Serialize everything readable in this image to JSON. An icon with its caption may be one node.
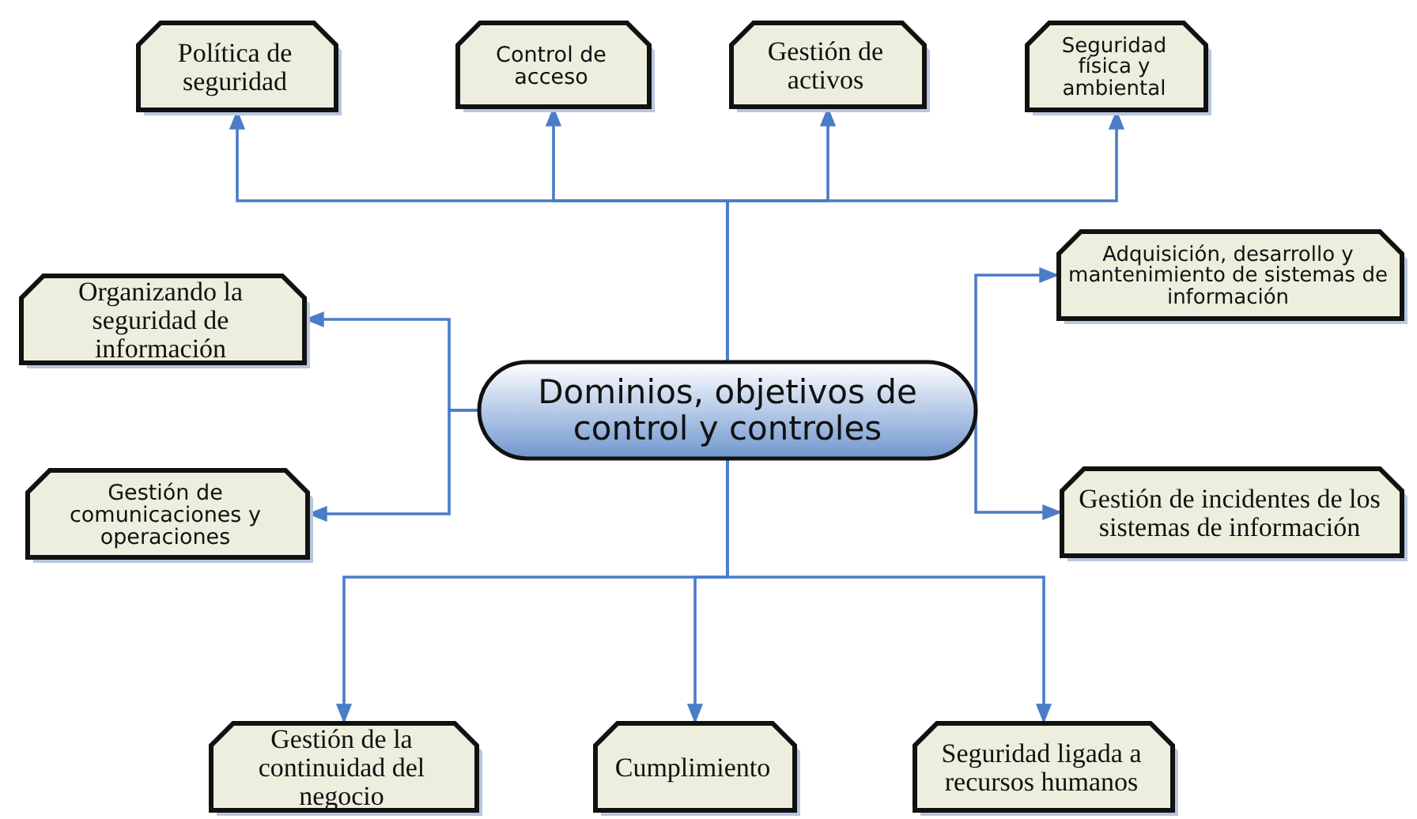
{
  "diagram": {
    "nodes": [
      {
        "text": [
          "Dominios, objetivos de control y controles"
        ]
      },
      {
        "text": [
          "Política de seguridad"
        ]
      },
      {
        "text": [
          "Control de acceso"
        ]
      },
      {
        "text": [
          "Gestión de activos"
        ]
      },
      {
        "text": [
          "Seguridad física y ambiental"
        ]
      },
      {
        "text": [
          "Organizando la seguridad de información"
        ]
      },
      {
        "text": [
          "Adquisición, desarrollo y mantenimiento de sistemas de información"
        ]
      },
      {
        "text": [
          "Gestión de comunicaciones y operaciones"
        ]
      },
      {
        "text": [
          "Gestión de incidentes de los sistemas de información"
        ]
      },
      {
        "text": [
          "Gestión de la continuidad del negocio"
        ]
      },
      {
        "text": [
          "Cumplimiento"
        ]
      },
      {
        "text": [
          "Seguridad ligada a recursos humanos"
        ]
      }
    ],
    "edges": [
      {
        "from": 0,
        "to": 1,
        "arrow": "to"
      },
      {
        "from": 0,
        "to": 2,
        "arrow": "to"
      },
      {
        "from": 0,
        "to": 3,
        "arrow": "to"
      },
      {
        "from": 0,
        "to": 4,
        "arrow": "to"
      },
      {
        "from": 0,
        "to": 5,
        "arrow": "to"
      },
      {
        "from": 0,
        "to": 6,
        "arrow": "to"
      },
      {
        "from": 0,
        "to": 7,
        "arrow": "to"
      },
      {
        "from": 0,
        "to": 8,
        "arrow": "to"
      },
      {
        "from": 0,
        "to": 9,
        "arrow": "to"
      },
      {
        "from": 0,
        "to": 10,
        "arrow": "to"
      },
      {
        "from": 0,
        "to": 11,
        "arrow": "to"
      }
    ]
  }
}
